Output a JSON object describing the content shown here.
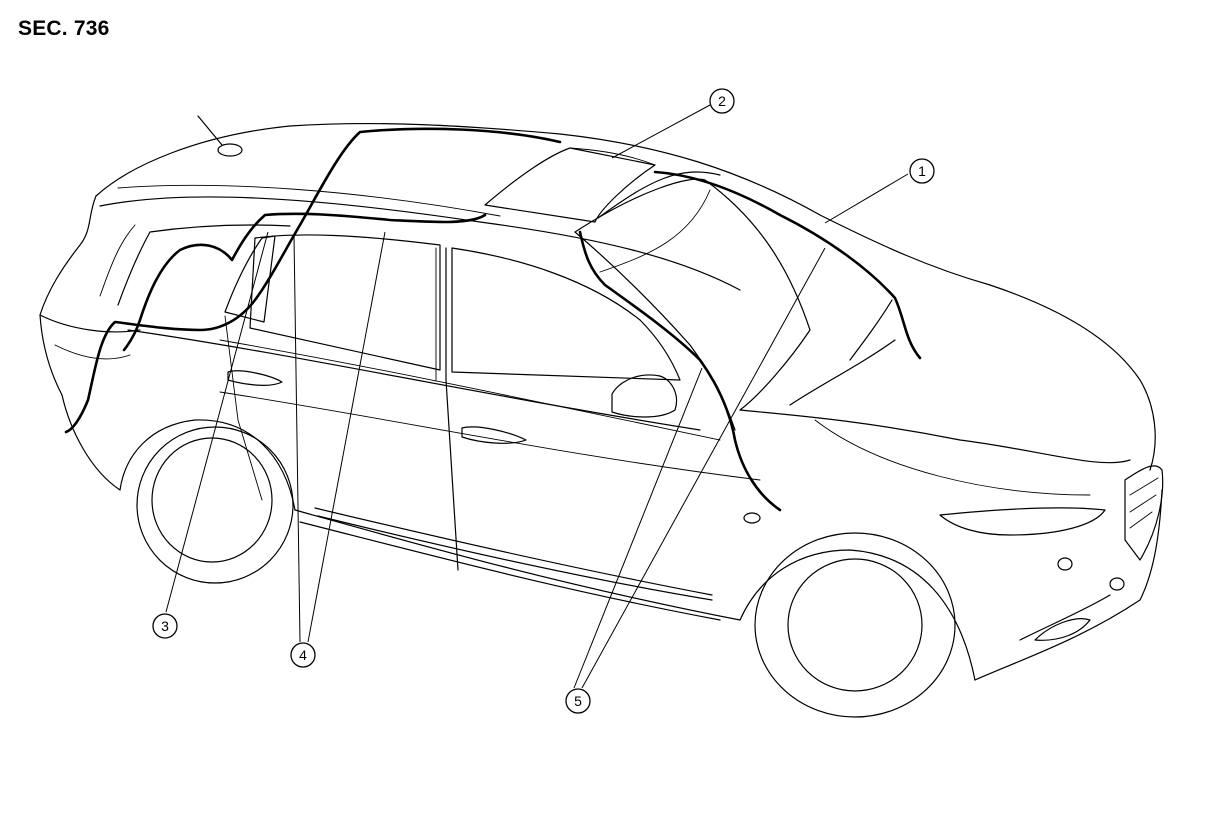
{
  "section_code": "SEC. 736",
  "callouts": [
    {
      "id": "c1",
      "number": "1"
    },
    {
      "id": "c2",
      "number": "2"
    },
    {
      "id": "c3",
      "number": "3"
    },
    {
      "id": "c4",
      "number": "4"
    },
    {
      "id": "c5",
      "number": "5"
    }
  ]
}
